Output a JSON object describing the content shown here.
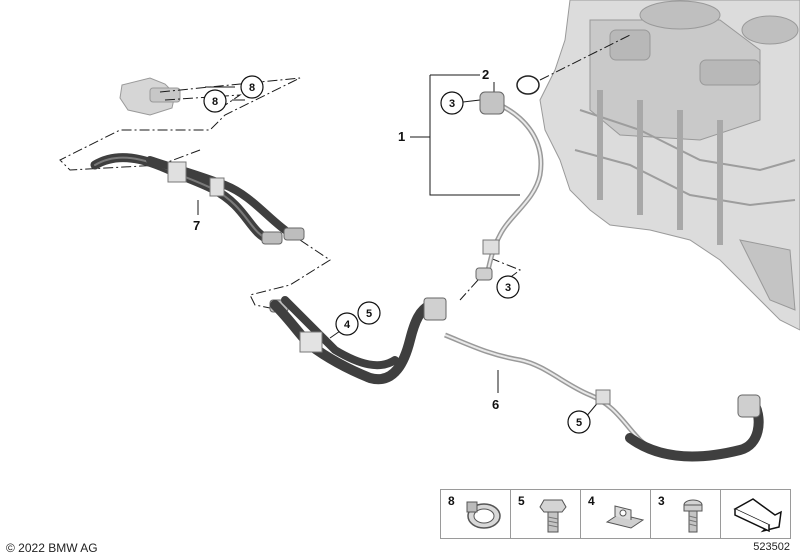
{
  "diagram": {
    "callouts": {
      "c1": "1",
      "c2": "2",
      "c3a": "3",
      "c3b": "3",
      "c4": "4",
      "c5a": "5",
      "c5b": "5",
      "c6": "6",
      "c7": "7",
      "c8a": "8",
      "c8b": "8"
    }
  },
  "legend": [
    {
      "num": "8",
      "icon": "hose-clamp-icon"
    },
    {
      "num": "5",
      "icon": "hex-bolt-icon"
    },
    {
      "num": "4",
      "icon": "clip-nut-icon"
    },
    {
      "num": "3",
      "icon": "torx-bolt-icon"
    },
    {
      "num": "",
      "icon": "arrow-down-right-icon"
    }
  ],
  "footer": {
    "copyright": "© 2022 BMW AG",
    "drawing_id": "523502"
  },
  "colors": {
    "line": "#1a1a1a",
    "hose_dark": "#3f3f3f",
    "engine": "#cfcfcf"
  }
}
